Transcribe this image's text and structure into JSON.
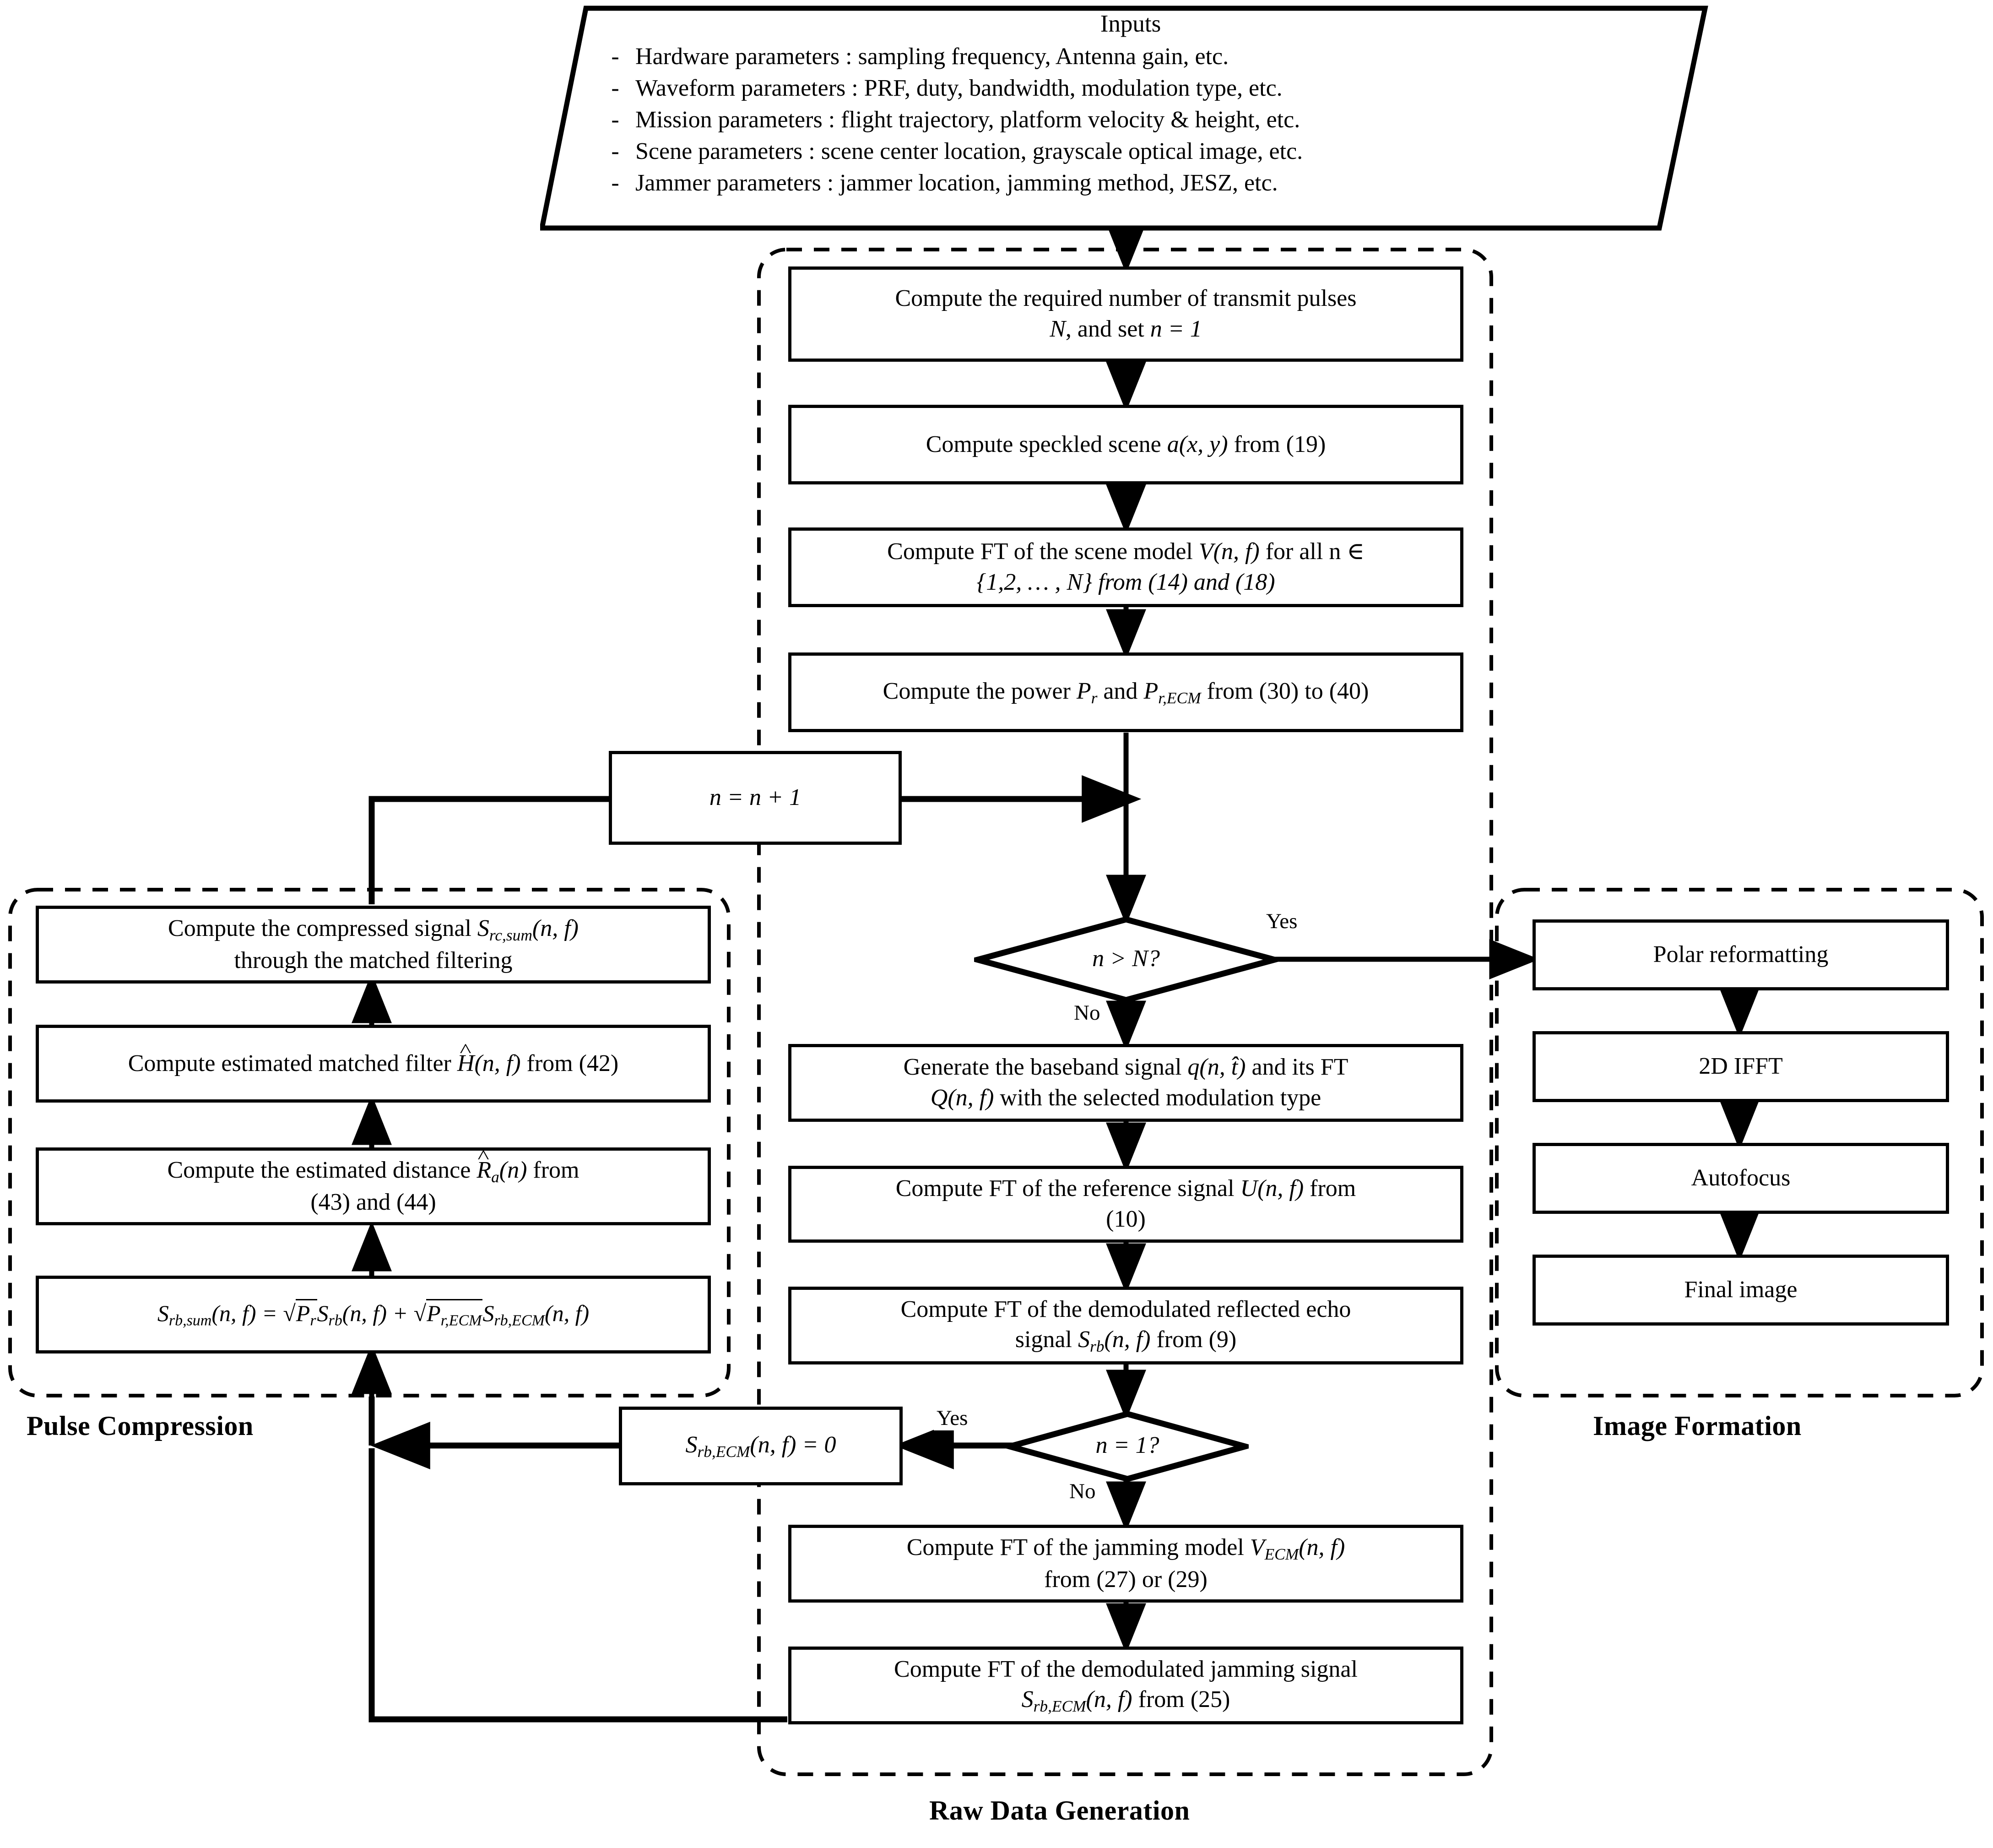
{
  "inputs": {
    "title": "Inputs",
    "bullet": "-",
    "items": [
      "Hardware parameters : sampling frequency, Antenna gain, etc.",
      "Waveform parameters : PRF, duty, bandwidth, modulation type, etc.",
      "Mission parameters : flight trajectory, platform velocity & height, etc.",
      "Scene parameters : scene center location, grayscale optical image, etc.",
      "Jammer parameters : jammer location, jamming method, JESZ, etc."
    ]
  },
  "regions": {
    "raw_data_generation": "Raw Data Generation",
    "pulse_compression": "Pulse Compression",
    "image_formation": "Image Formation"
  },
  "raw": {
    "b1_l1": "Compute the required number of transmit pulses",
    "b1_l2_pre": "N",
    "b1_l2_post": ", and set ",
    "b1_l2_eq": "n = 1",
    "b2_pre": "Compute speckled scene ",
    "b2_sym": "a(x, y)",
    "b2_post": " from (19)",
    "b3_l1_pre": "Compute FT of the scene model ",
    "b3_l1_sym": "V(n, f)",
    "b3_l1_post": " for all n ∈",
    "b3_l2": "{1,2, … , N} from (14) and (18)",
    "b4_pre": "Compute the power ",
    "b4_sym1": "P",
    "b4_sub1": "r",
    "b4_mid": " and ",
    "b4_sym2": "P",
    "b4_sub2": "r,ECM",
    "b4_post": " from (30) to (40)",
    "increment": "n = n + 1",
    "dec1": "n > N?",
    "dec1_yes": "Yes",
    "dec1_no": "No",
    "b5_l1_pre": "Generate the baseband signal ",
    "b5_l1_sym": "q(n, t̂)",
    "b5_l1_post": " and its FT",
    "b5_l2_sym": "Q(n, f)",
    "b5_l2_post": "  with the selected modulation type",
    "b6_l1_pre": "Compute FT of the reference signal ",
    "b6_l1_sym": "U(n, f)",
    "b6_l1_post": " from",
    "b6_l2": "(10)",
    "b7_l1": "Compute FT of the demodulated reflected echo",
    "b7_l2_pre": "signal ",
    "b7_l2_sym": "S",
    "b7_l2_sub": "rb",
    "b7_l2_args": "(n, f)",
    "b7_l2_post": " from (9)",
    "dec2": "n = 1?",
    "dec2_yes": "Yes",
    "dec2_no": "No",
    "zero_sym": "S",
    "zero_sub": "rb,ECM",
    "zero_post": "(n, f) = 0",
    "b8_l1_pre": "Compute FT of the jamming model ",
    "b8_l1_sym": "V",
    "b8_l1_sub": "ECM",
    "b8_l1_args": "(n, f)",
    "b8_l2": "from (27) or (29)",
    "b9_l1": "Compute FT of the demodulated jamming signal",
    "b9_l2_sym": "S",
    "b9_l2_sub": "rb,ECM",
    "b9_l2_args": "(n, f)",
    "b9_l2_post": " from (25)"
  },
  "pulse": {
    "p1_l1_pre": "Compute the compressed signal ",
    "p1_l1_sym": "S",
    "p1_l1_sub": "rc,sum",
    "p1_l1_args": "(n, f)",
    "p1_l2": "through the matched filtering",
    "p2_pre": "Compute estimated matched filter ",
    "p2_sym": "H",
    "p2_args": "(n, f)",
    "p2_post": " from (42)",
    "p3_l1_pre": "Compute the estimated distance ",
    "p3_l1_sym": "R",
    "p3_l1_sub": "a",
    "p3_l1_args": "(n)",
    "p3_l1_post": " from",
    "p3_l2": "(43) and (44)",
    "p4_lhs_sym": "S",
    "p4_lhs_sub": "rb,sum",
    "p4_lhs_args": "(n, f) = ",
    "p4_r1_rad": "P",
    "p4_r1_sub": "r",
    "p4_r1_sym": "S",
    "p4_r1_ssub": "rb",
    "p4_r1_args": "(n, f) + ",
    "p4_r2_rad": "P",
    "p4_r2_sub": "r,ECM",
    "p4_r2_sym": "S",
    "p4_r2_ssub": "rb,ECM",
    "p4_r2_args": "(n, f)"
  },
  "image": {
    "i1": "Polar reformatting",
    "i2": "2D IFFT",
    "i3": "Autofocus",
    "i4": "Final image"
  },
  "colors": {
    "stroke": "#000000",
    "background": "#ffffff"
  }
}
